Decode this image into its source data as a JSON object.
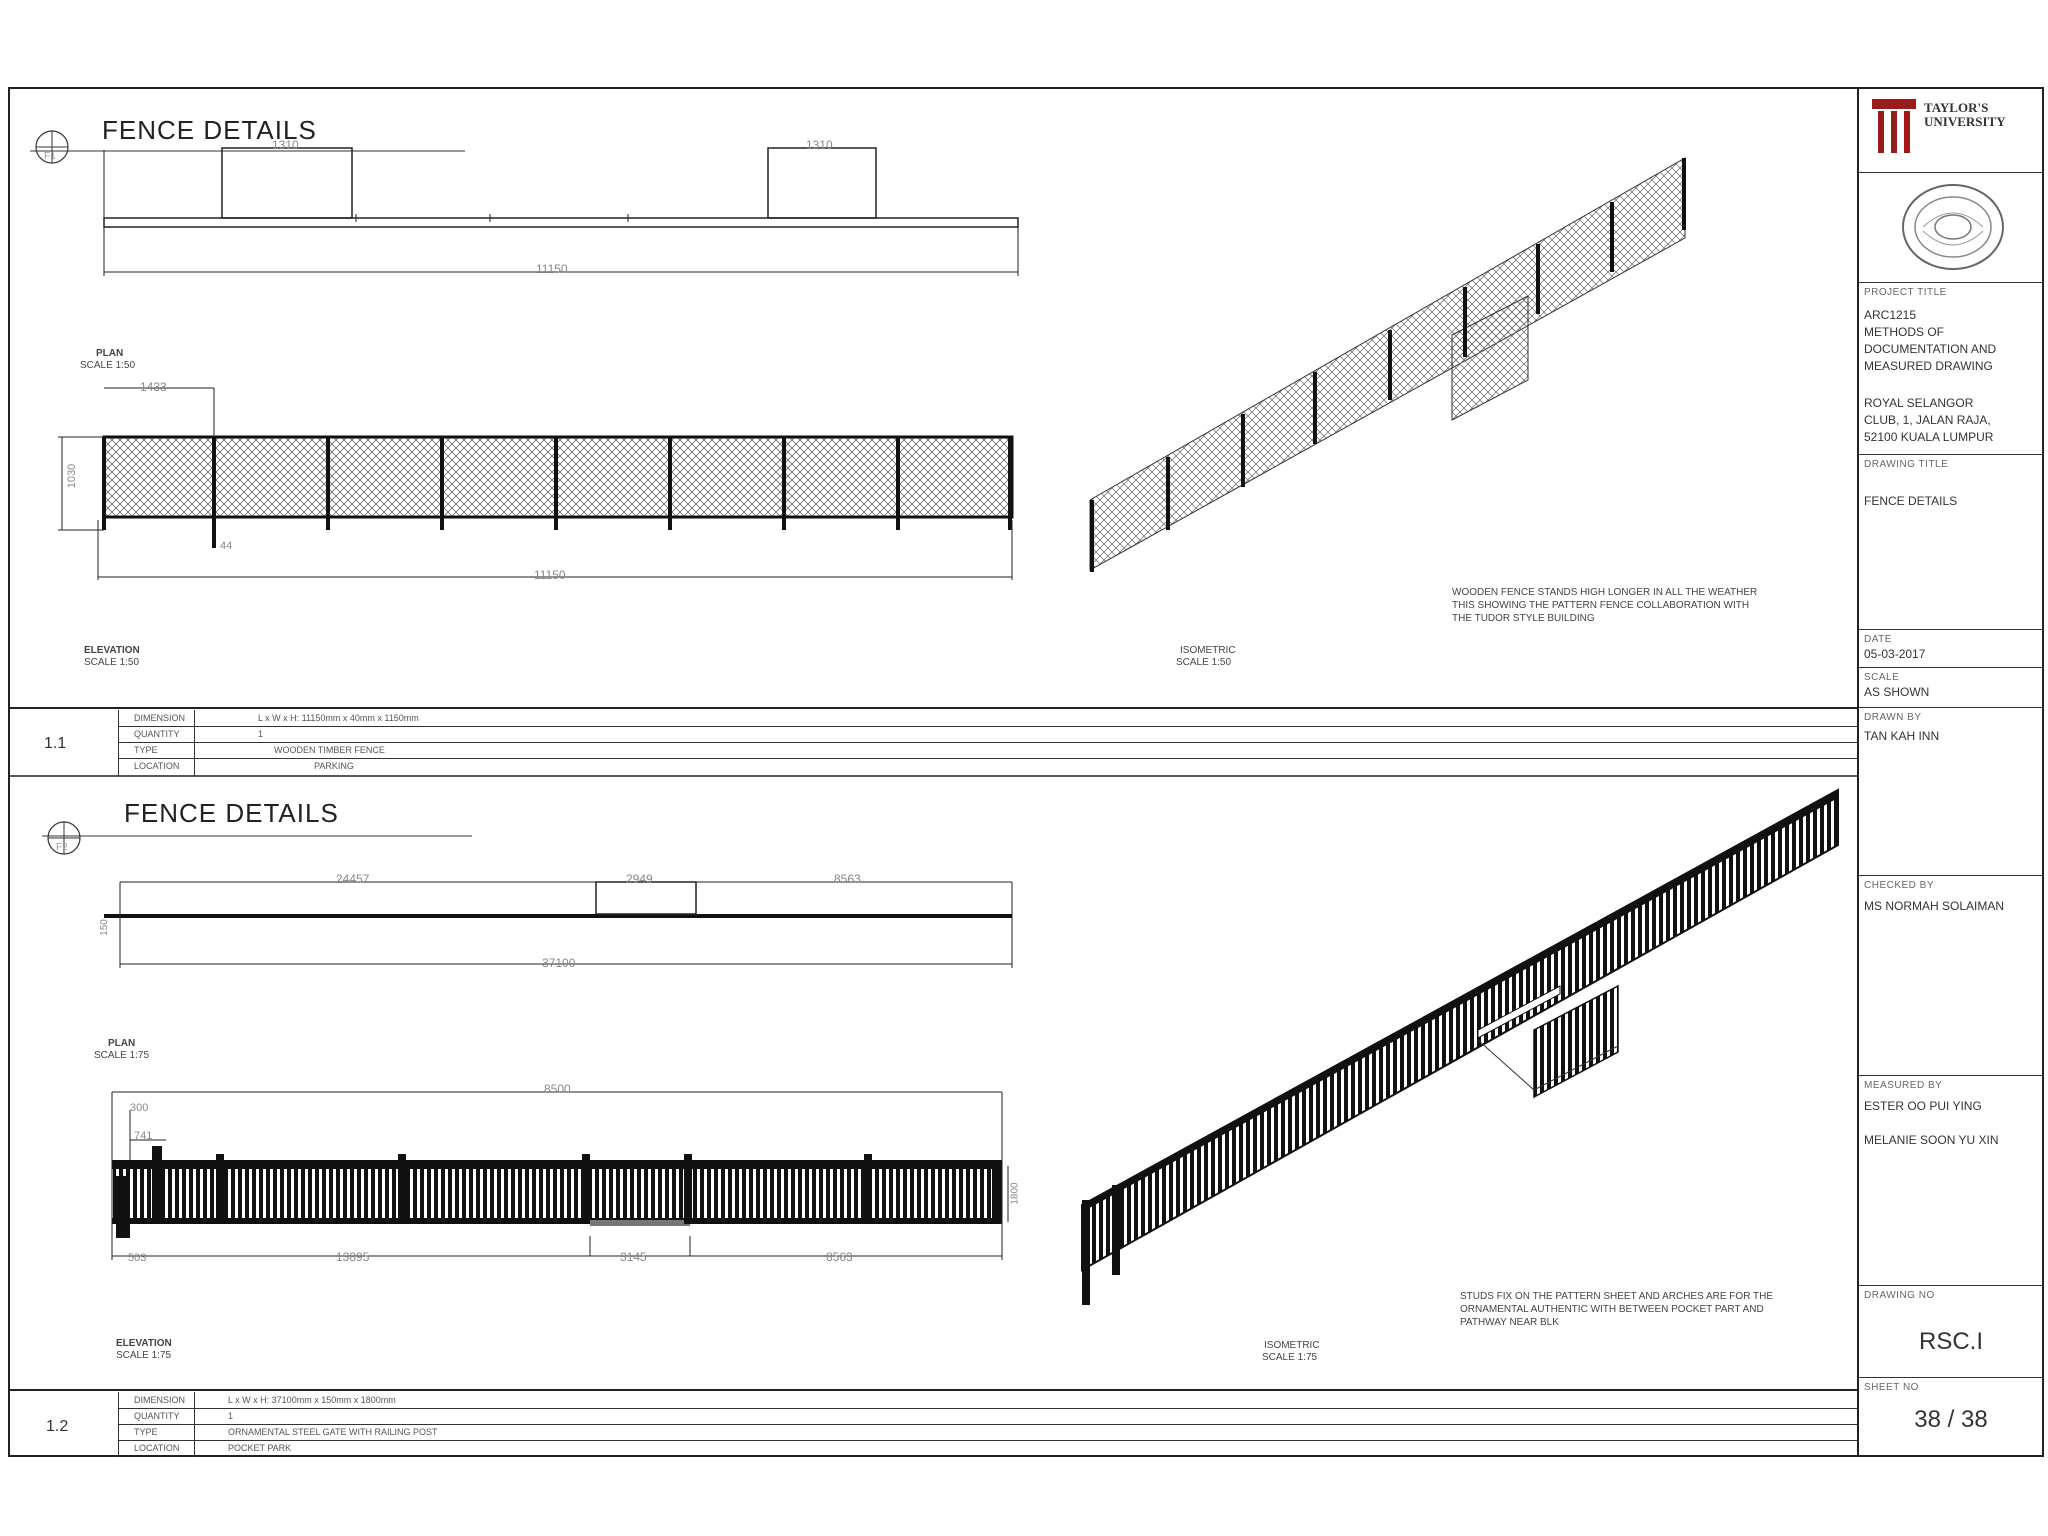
{
  "sheet": {
    "university": "TAYLOR'S\nUNIVERSITY",
    "project_title_label": "PROJECT TITLE",
    "project_title": "ARC1215\nMETHODS OF\nDOCUMENTATION AND\nMEASURED DRAWING",
    "project_address": "ROYAL SELANGOR\nCLUB, 1, JALAN RAJA,\n52100 KUALA LUMPUR",
    "drawing_title_label": "DRAWING TITLE",
    "drawing_title": "FENCE DETAILS",
    "date_label": "DATE",
    "date": "05-03-2017",
    "scale_label": "SCALE",
    "scale": "AS SHOWN",
    "drawn_by_label": "DRAWN BY",
    "drawn_by": "TAN KAH INN",
    "checked_by_label": "CHECKED BY",
    "checked_by": "MS NORMAH SOLAIMAN",
    "measured_by_label": "MEASURED BY",
    "measured_by": "ESTER OO PUI YING\n\nMELANIE SOON YU XIN",
    "drawing_no_label": "DRAWING NO",
    "drawing_no": "RSC.I",
    "sheet_no_label": "SHEET NO",
    "sheet_no": "38 / 38"
  },
  "detail1": {
    "title": "FENCE DETAILS",
    "marker": "F1",
    "plan_label": "PLAN",
    "plan_scale": "SCALE 1:50",
    "elevation_label": "ELEVATION",
    "elevation_scale": "SCALE 1:50",
    "iso_label": "ISOMETRIC",
    "iso_scale": "SCALE 1:50",
    "dims": {
      "plan_total": "11150",
      "plan_gate_a": "1310",
      "plan_gate_b": "1310",
      "elev_total": "11150",
      "elev_bay": "1433",
      "elev_height": "1030",
      "elev_post": "44"
    },
    "note": "WOODEN FENCE STANDS HIGH LONGER IN ALL THE WEATHER\nTHIS SHOWING THE PATTERN FENCE COLLABORATION WITH\nTHE TUDOR STYLE BUILDING",
    "schedule": {
      "id": "1.1",
      "rows": [
        {
          "label": "DIMENSION",
          "value": "L x W x H: 11150mm x 40mm x 1150mm"
        },
        {
          "label": "QUANTITY",
          "value": "1"
        },
        {
          "label": "TYPE",
          "value": "WOODEN TIMBER FENCE"
        },
        {
          "label": "LOCATION",
          "value": "PARKING"
        }
      ]
    }
  },
  "detail2": {
    "title": "FENCE DETAILS",
    "marker": "F2",
    "plan_label": "PLAN",
    "plan_scale": "SCALE 1:75",
    "elevation_label": "ELEVATION",
    "elevation_scale": "SCALE 1:75",
    "iso_label": "ISOMETRIC",
    "iso_scale": "SCALE 1:75",
    "dims": {
      "plan_a": "24457",
      "plan_b": "2949",
      "plan_c": "8563",
      "plan_total": "37100",
      "plan_h": "150",
      "elev_total": "8500",
      "elev_top": "300",
      "elev_sub": "741",
      "elev_h": "1800",
      "elev_a": "503",
      "elev_b": "13895",
      "elev_c": "3145",
      "elev_d": "8563"
    },
    "note": "STUDS FIX ON THE PATTERN SHEET AND ARCHES ARE FOR THE\nORNAMENTAL AUTHENTIC WITH BETWEEN POCKET PART AND\nPATHWAY NEAR BLK",
    "schedule": {
      "id": "1.2",
      "rows": [
        {
          "label": "DIMENSION",
          "value": "L x W x H: 37100mm x 150mm x 1800mm"
        },
        {
          "label": "QUANTITY",
          "value": "1"
        },
        {
          "label": "TYPE",
          "value": "ORNAMENTAL STEEL GATE WITH RAILING POST"
        },
        {
          "label": "LOCATION",
          "value": "POCKET PARK"
        }
      ]
    }
  }
}
